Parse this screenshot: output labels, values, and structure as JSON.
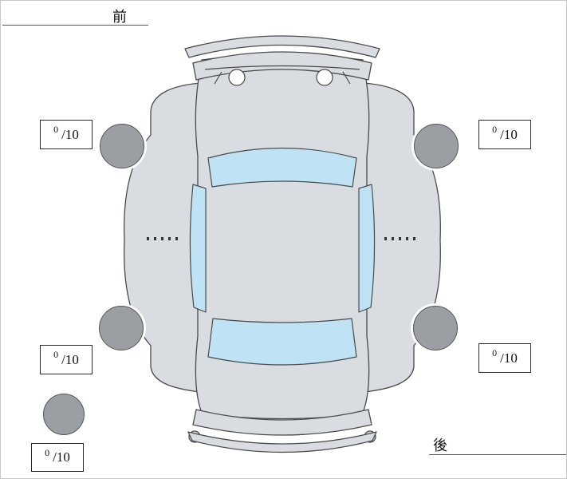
{
  "labels": {
    "front": "前",
    "rear": "後"
  },
  "score_boxes": [
    {
      "position": "front-left",
      "value": "0",
      "max": "/10"
    },
    {
      "position": "front-right",
      "value": "0",
      "max": "/10"
    },
    {
      "position": "rear-left",
      "value": "0",
      "max": "/10"
    },
    {
      "position": "rear-right",
      "value": "0",
      "max": "/10"
    },
    {
      "position": "spare",
      "value": "0",
      "max": "/10"
    }
  ],
  "diagram": {
    "type": "car-top-view-inspection",
    "tires": [
      "tire-front-left",
      "tire-front-right",
      "tire-rear-left",
      "tire-rear-right",
      "spare-tire"
    ]
  },
  "colors": {
    "body": "#d9dde1",
    "window": "#bfe3f4",
    "tire": "#9b9fa3",
    "outline": "#4a4a4a"
  }
}
